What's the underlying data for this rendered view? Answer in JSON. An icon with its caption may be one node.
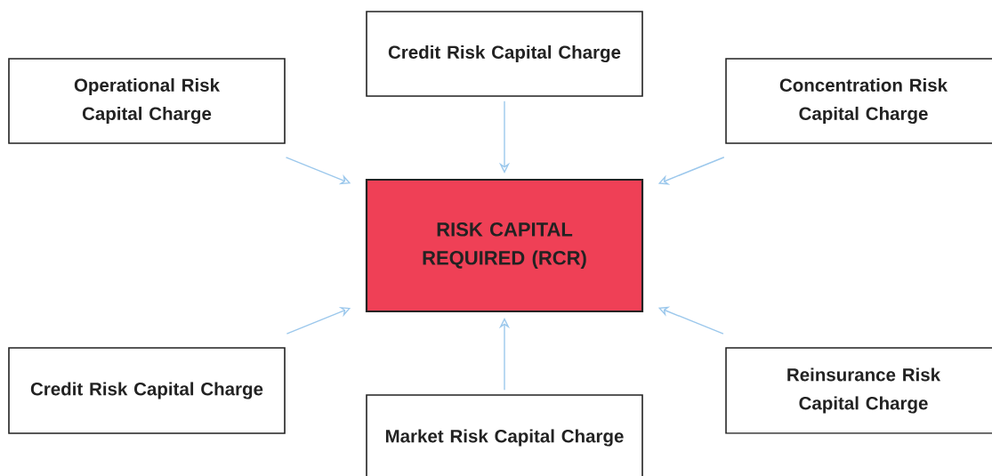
{
  "diagram": {
    "nodes": [
      {
        "text": [
          "Credit Risk Capital Charge"
        ]
      },
      {
        "text": [
          "Operational Risk Capital Charge"
        ]
      },
      {
        "text": [
          "Concentration Risk Capital Charge"
        ]
      },
      {
        "text": [
          "RISK CAPITAL REQUIRED (RCR)"
        ]
      },
      {
        "text": [
          "Credit Risk Capital Charge"
        ]
      },
      {
        "text": [
          "Reinsurance Risk Capital Charge"
        ]
      },
      {
        "text": [
          "Market Risk Capital Charge"
        ]
      }
    ],
    "edges": [
      {
        "from": 0,
        "to": 3,
        "arrow": "to"
      },
      {
        "from": 1,
        "to": 3,
        "arrow": "to"
      },
      {
        "from": 2,
        "to": 3,
        "arrow": "to"
      },
      {
        "from": 4,
        "to": 3,
        "arrow": "to"
      },
      {
        "from": 5,
        "to": 3,
        "arrow": "to"
      },
      {
        "from": 6,
        "to": 3,
        "arrow": "to"
      }
    ]
  }
}
